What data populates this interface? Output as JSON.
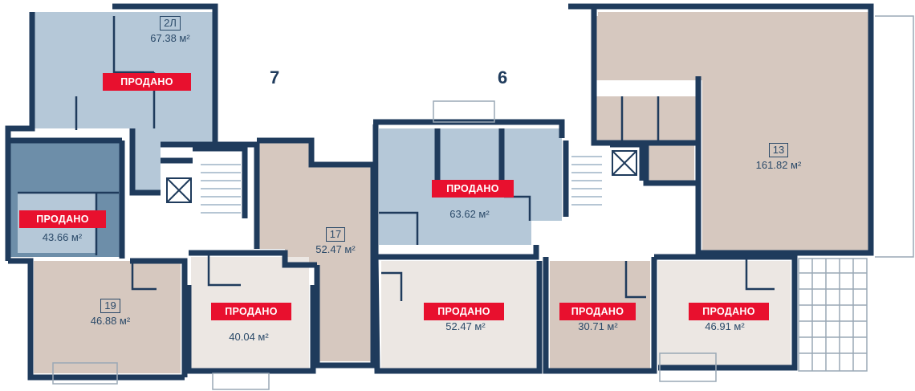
{
  "colors": {
    "wall": "#1f3b5c",
    "unit_blue": "#b5c8d8",
    "unit_blue_dark": "#6d8ea9",
    "unit_beige": "#d6c8bf",
    "unit_light": "#ece7e3",
    "sold_badge": "#e8102e",
    "text": "#2b4a69"
  },
  "sold_label": "ПРОДАНО",
  "stairwells": [
    {
      "id": "s7",
      "label": "7"
    },
    {
      "id": "s6",
      "label": "6"
    }
  ],
  "units": [
    {
      "id": "u2l",
      "number": "2Л",
      "area": "67.38 м²",
      "sold": true
    },
    {
      "id": "u_left",
      "number": "",
      "area": "43.66 м²",
      "sold": true
    },
    {
      "id": "u_mid",
      "number": "",
      "area": "63.62 м²",
      "sold": true
    },
    {
      "id": "u13",
      "number": "13",
      "area": "161.82 м²",
      "sold": false
    },
    {
      "id": "u17",
      "number": "17",
      "area": "52.47 м²",
      "sold": false
    },
    {
      "id": "u19",
      "number": "19",
      "area": "46.88 м²",
      "sold": false
    },
    {
      "id": "u18",
      "number": "",
      "area": "40.04 м²",
      "sold": true
    },
    {
      "id": "u16",
      "number": "",
      "area": "52.47 м²",
      "sold": true
    },
    {
      "id": "u15",
      "number": "",
      "area": "30.71 м²",
      "sold": true
    },
    {
      "id": "u14",
      "number": "",
      "area": "46.91 м²",
      "sold": true
    }
  ]
}
